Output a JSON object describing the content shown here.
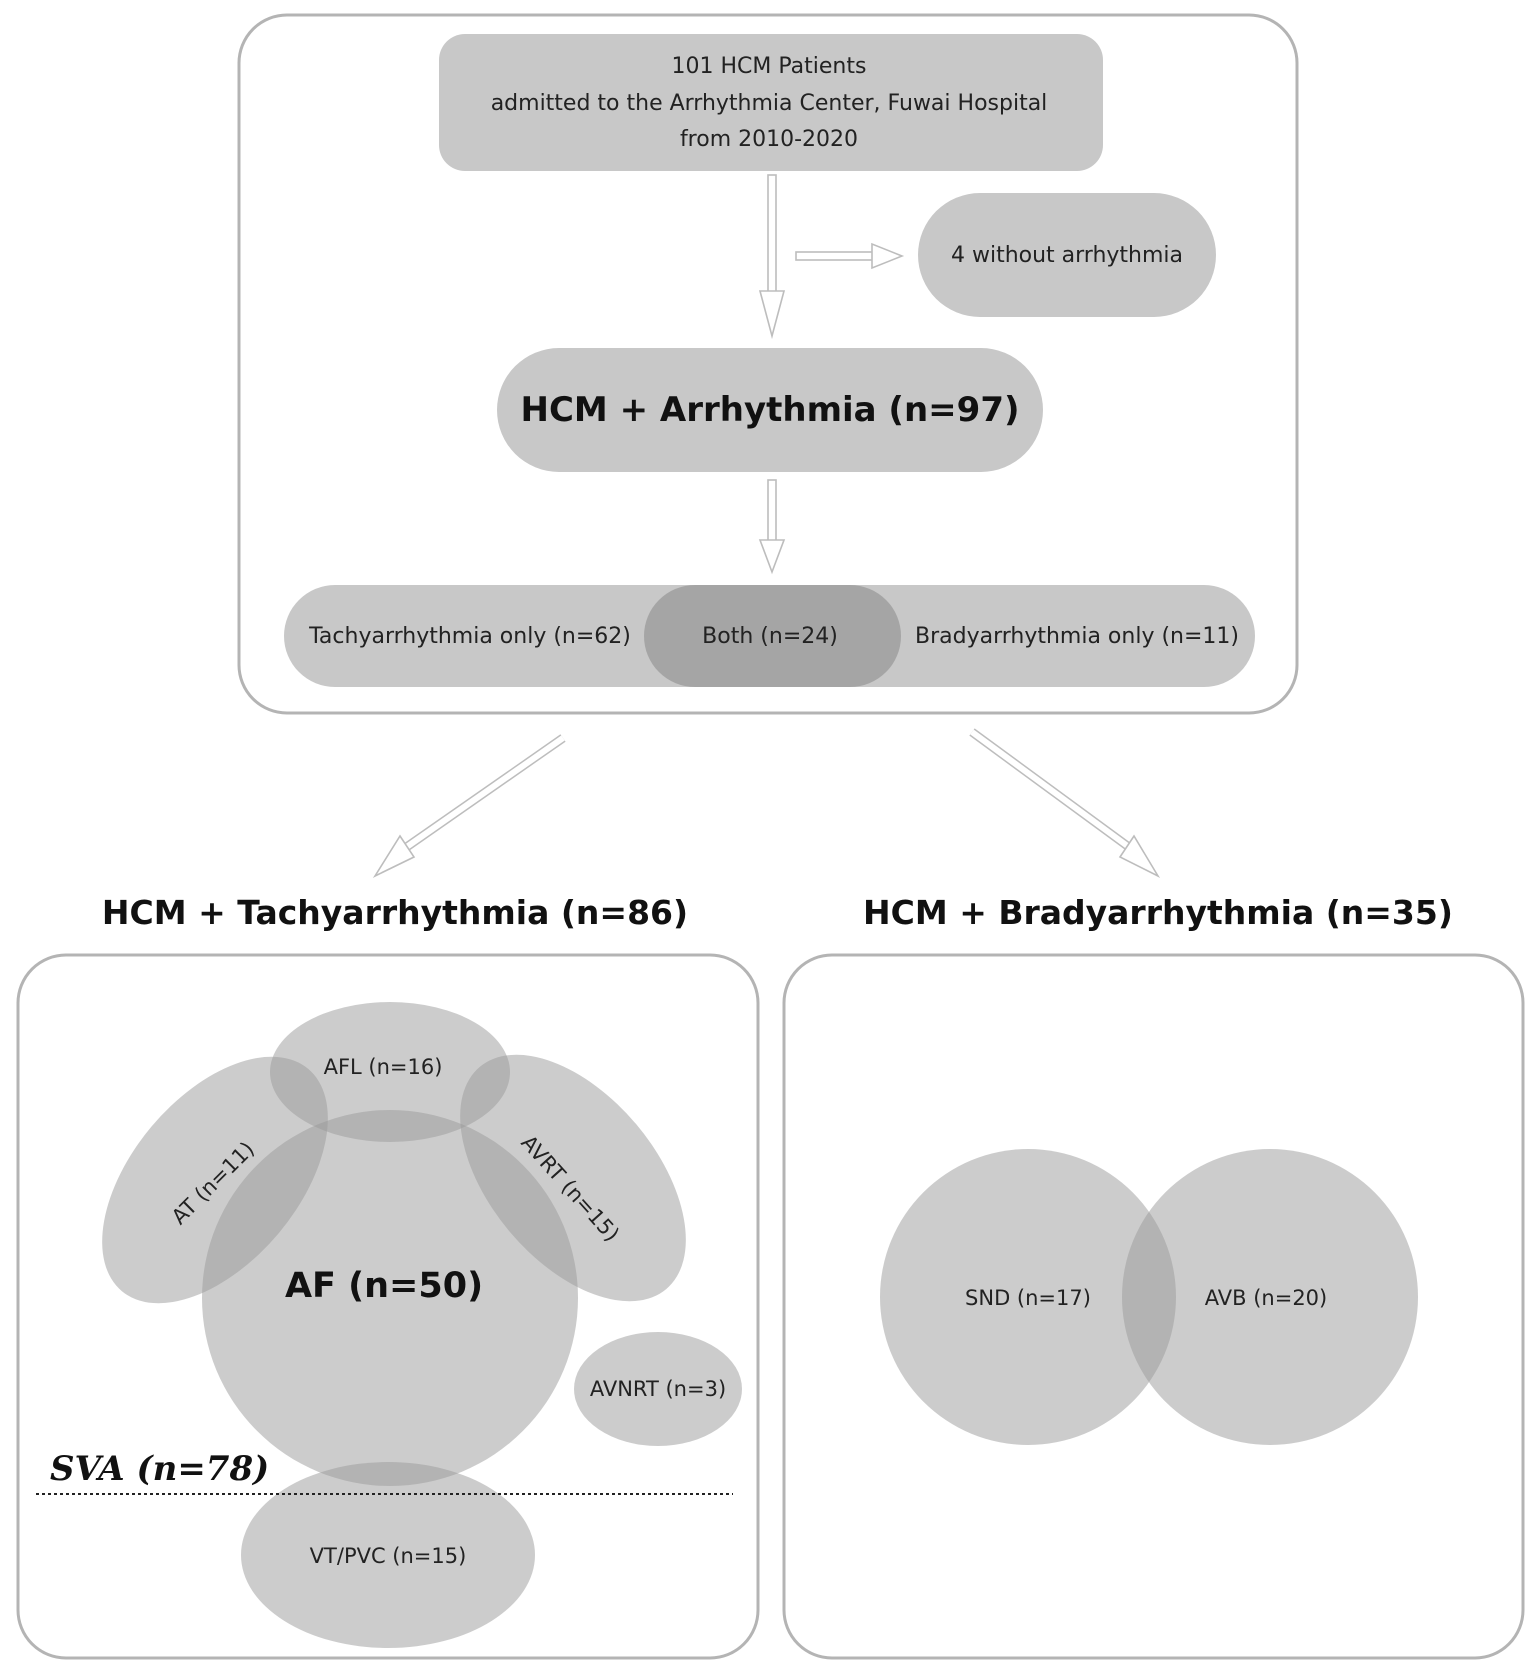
{
  "top": {
    "source_lines": [
      "101 HCM Patients",
      "admitted to the Arrhythmia Center, Fuwai Hospital",
      "from 2010-2020"
    ],
    "excluded": "4 without arrhythmia",
    "main": "HCM + Arrhythmia (n=97)",
    "split": {
      "tachy_only": "Tachyarrhythmia only (n=62)",
      "both": "Both (n=24)",
      "brady_only": "Bradyarrhythmia only (n=11)"
    }
  },
  "tachy": {
    "title": "HCM + Tachyarrhythmia (n=86)",
    "af": "AF (n=50)",
    "afl": "AFL (n=16)",
    "at": "AT (n=11)",
    "avrt": "AVRT (n=15)",
    "avnrt": "AVNRT (n=3)",
    "vt": "VT/PVC (n=15)",
    "sva": "SVA (n=78)"
  },
  "brady": {
    "title": "HCM + Bradyarrhythmia (n=35)",
    "snd": "SND (n=17)",
    "avb": "AVB (n=20)"
  },
  "colors": {
    "fill": "#c8c8c8",
    "fill_alpha": "#999999",
    "border": "#b4b4b4",
    "arrow": "#bdbdbd"
  }
}
